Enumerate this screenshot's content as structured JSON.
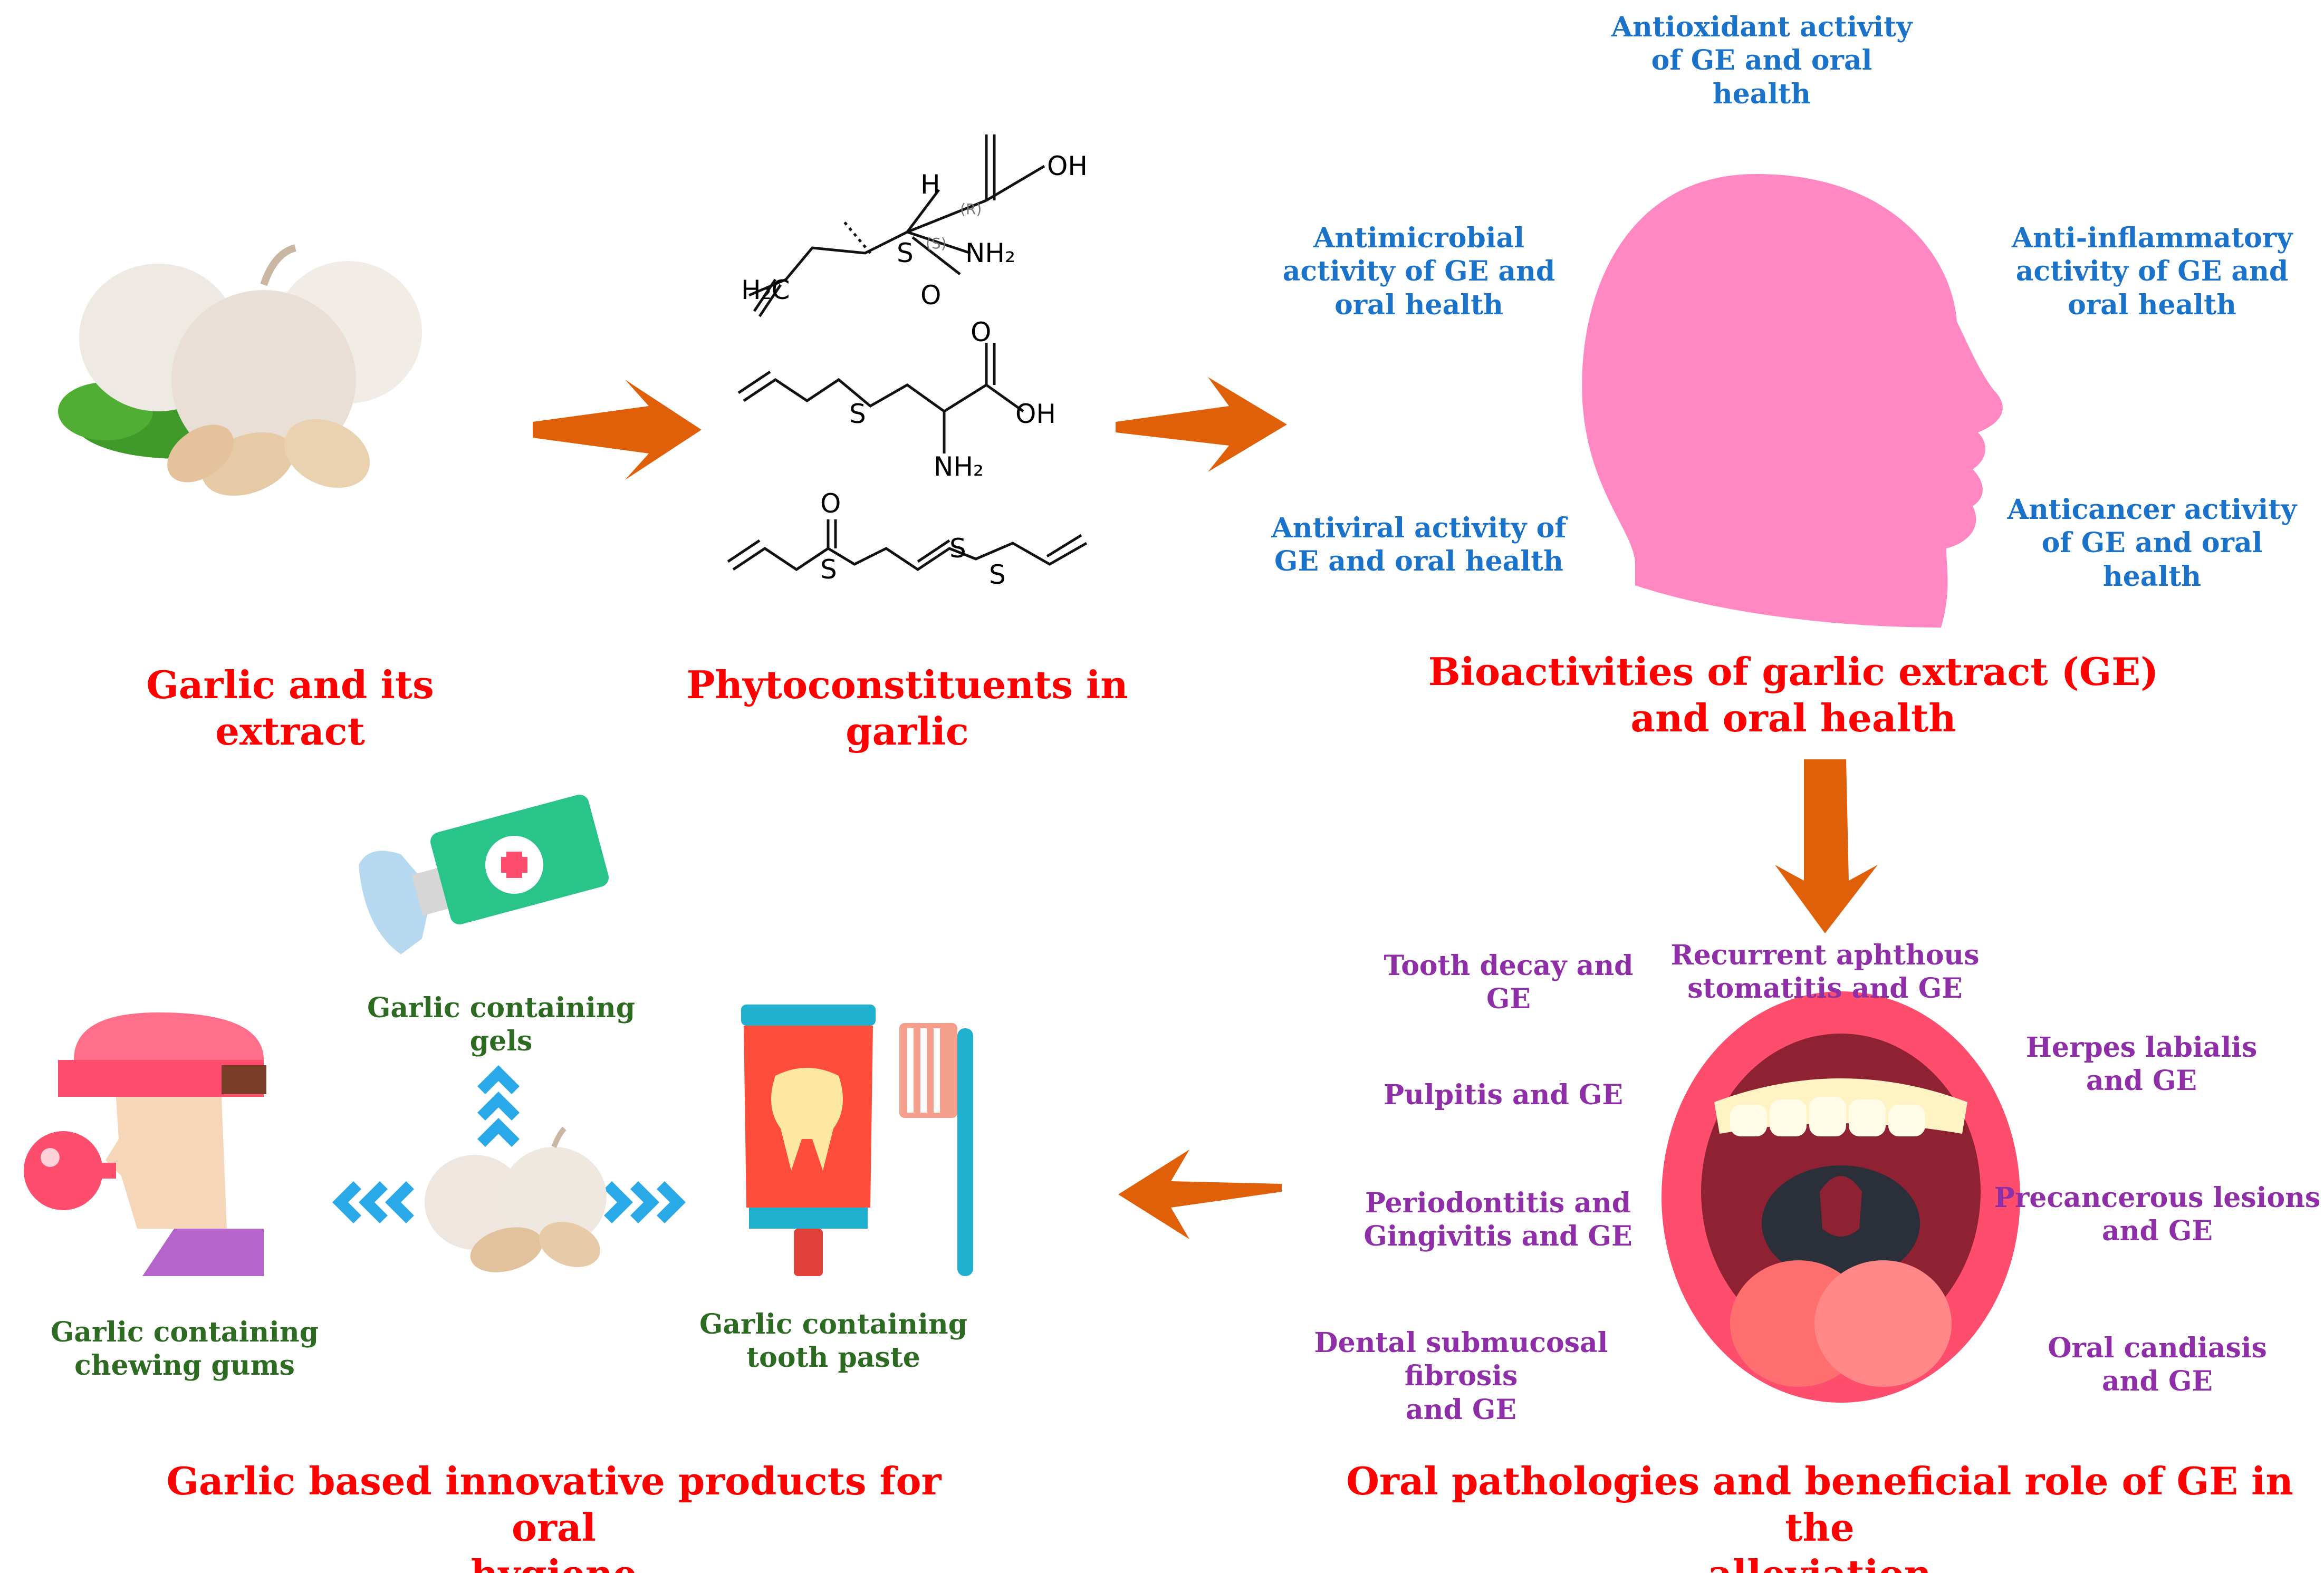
{
  "sections": {
    "garlic_extract": "Garlic and its extract",
    "phytoconstituents": "Phytoconstituents in garlic",
    "bioactivities": "Bioactivities of garlic extract (GE)\nand oral health",
    "oral_pathologies": "Oral pathologies and beneficial role of GE in the\nalleviation",
    "innovative_products": "Garlic based innovative products for oral\nhygiene"
  },
  "bioactivities": {
    "antioxidant": "Antioxidant activity\nof GE and oral\nhealth",
    "antimicrobial": "Antimicrobial\nactivity of GE and\noral health",
    "anti_inflammatory": "Anti-inflammatory\nactivity of GE and\noral health",
    "antiviral": "Antiviral activity of\nGE and oral health",
    "anticancer": "Anticancer activity\nof GE and oral\nhealth"
  },
  "pathologies": {
    "tooth_decay": "Tooth decay and\nGE",
    "aphthous": "Recurrent aphthous\nstomatitis and GE",
    "herpes": "Herpes labialis\nand GE",
    "pulpitis": "Pulpitis and GE",
    "periodontitis": "Periodontitis and\nGingivitis and GE",
    "precancerous": "Precancerous lesions\nand GE",
    "submucosal": "Dental submucosal fibrosis\nand GE",
    "candidiasis": "Oral candiasis\nand GE"
  },
  "products": {
    "gels": "Garlic containing\ngels",
    "chewing_gums": "Garlic containing\nchewing gums",
    "tooth_paste": "Garlic containing\ntooth paste"
  },
  "chem": {
    "oh": "OH",
    "nh2": "NH₂",
    "h": "H",
    "s": "S",
    "o": "O",
    "h2c": "H₂C",
    "r_stereo": "(R)",
    "s_stereo": "(S)"
  },
  "colors": {
    "title_red": "#ff0000",
    "bio_blue": "#1a73c8",
    "patho_purple": "#8e2fa8",
    "product_green": "#2e6b22",
    "arrow_orange": "#e0600a",
    "head_pink": "#ff88c2",
    "chevron_cyan": "#29a9e8"
  }
}
